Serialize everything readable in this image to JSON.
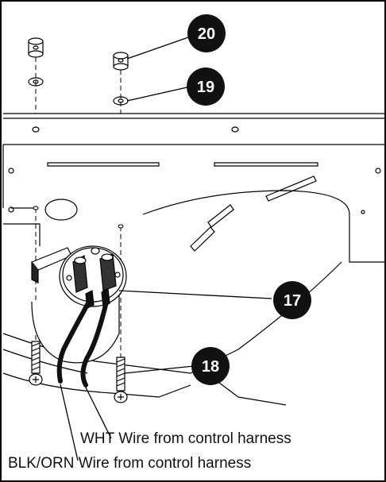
{
  "callouts": [
    {
      "id": "20",
      "label": "20"
    },
    {
      "id": "19",
      "label": "19"
    },
    {
      "id": "17",
      "label": "17"
    },
    {
      "id": "18",
      "label": "18"
    }
  ],
  "captions": {
    "wht": "WHT Wire from control harness",
    "blk": "BLK/ORN Wire from control harness"
  }
}
